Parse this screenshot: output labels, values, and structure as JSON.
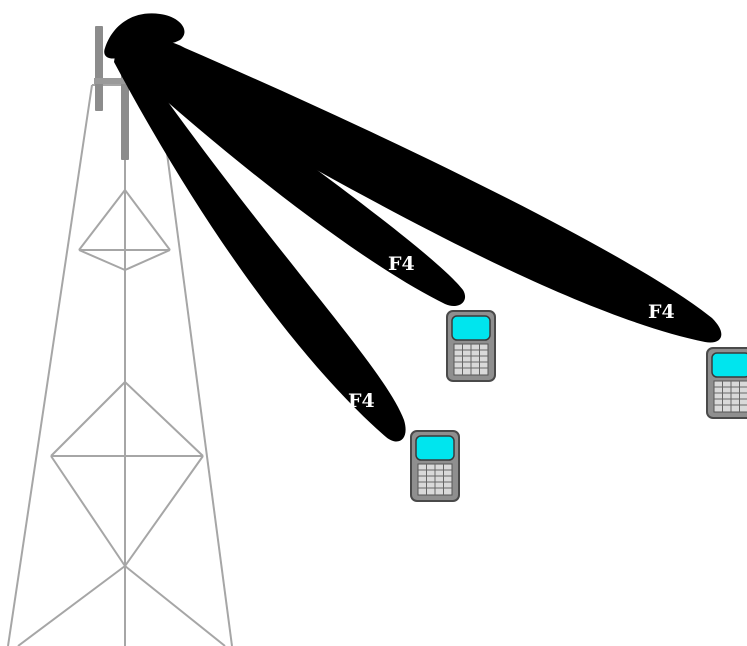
{
  "beams": [
    {
      "label": "F4"
    },
    {
      "label": "F4"
    },
    {
      "label": "F4"
    }
  ],
  "colors": {
    "background": "#ffffff",
    "beam": "#000000",
    "tower": "#a6a6a6",
    "antenna": "#8c8c8c",
    "phone_body": "#8f8f8f",
    "phone_screen": "#00e5ee",
    "phone_keypad": "#d9d9d9",
    "label": "#ffffff"
  },
  "icons": {
    "tower": "cell-tower-icon",
    "phone": "mobile-phone-icon"
  }
}
